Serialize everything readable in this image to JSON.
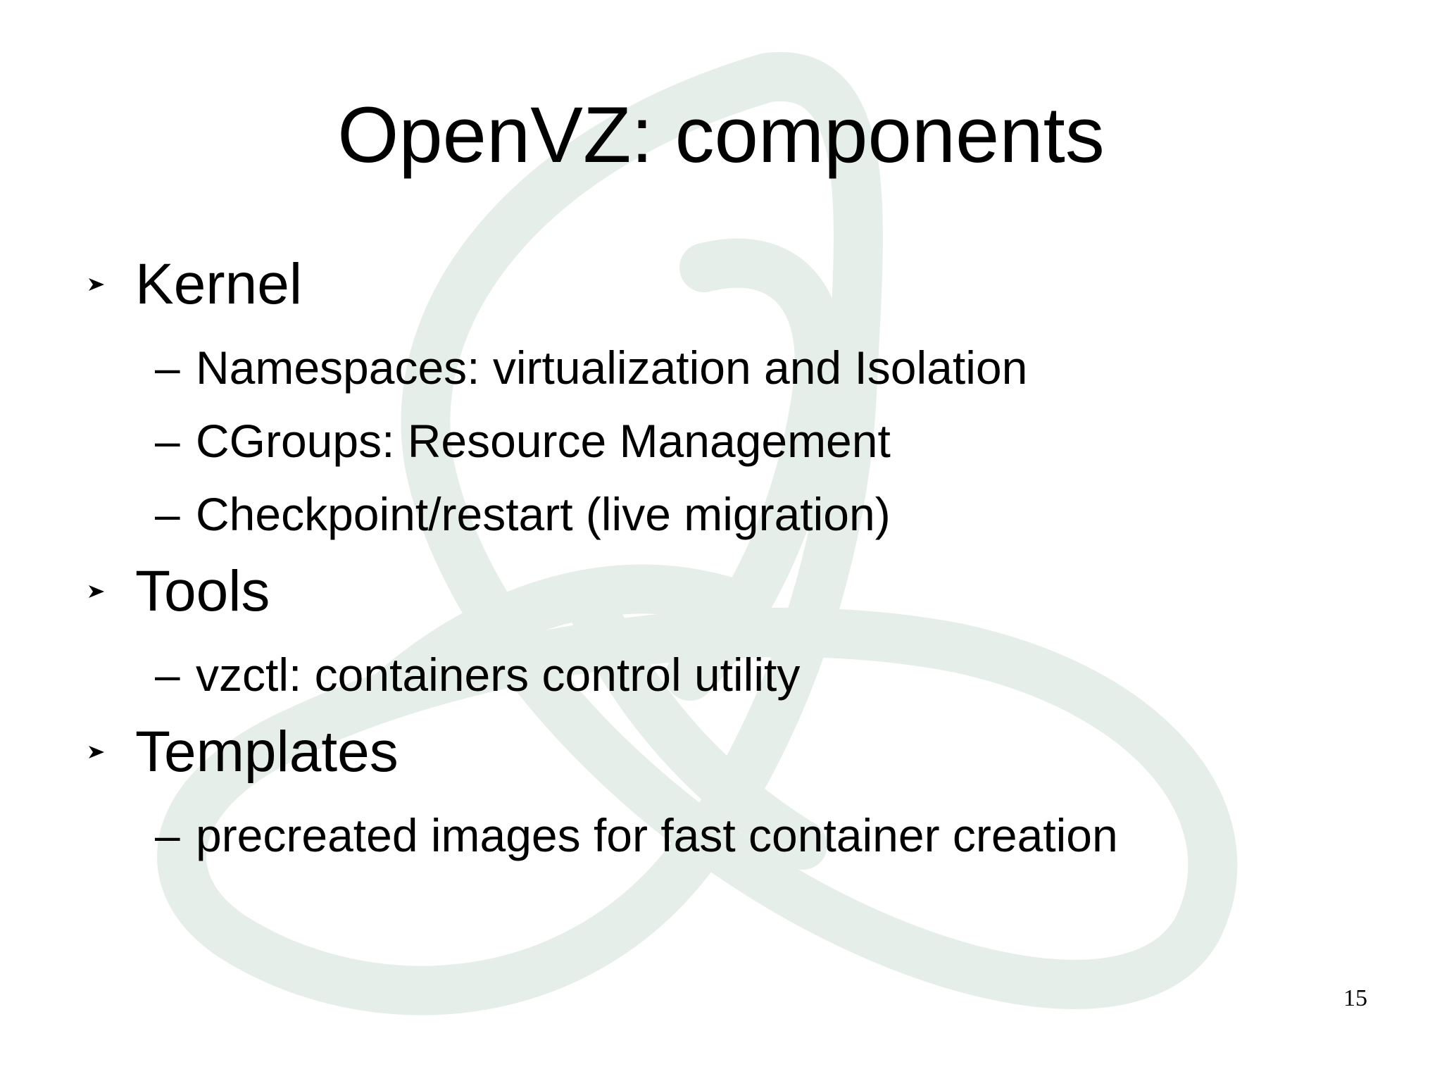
{
  "slide": {
    "title": "OpenVZ: components",
    "page_number": "15",
    "watermark_icon": "openvz-knot-logo",
    "watermark_color": "#e6eee9",
    "bullets": [
      {
        "label": "Kernel",
        "subitems": [
          "Namespaces: virtualization and Isolation",
          "CGroups: Resource Management",
          "Checkpoint/restart (live migration)"
        ]
      },
      {
        "label": "Tools",
        "subitems": [
          "vzctl: containers control utility"
        ]
      },
      {
        "label": "Templates",
        "subitems": [
          "precreated images for fast container creation"
        ]
      }
    ],
    "dash_symbol": "–"
  }
}
